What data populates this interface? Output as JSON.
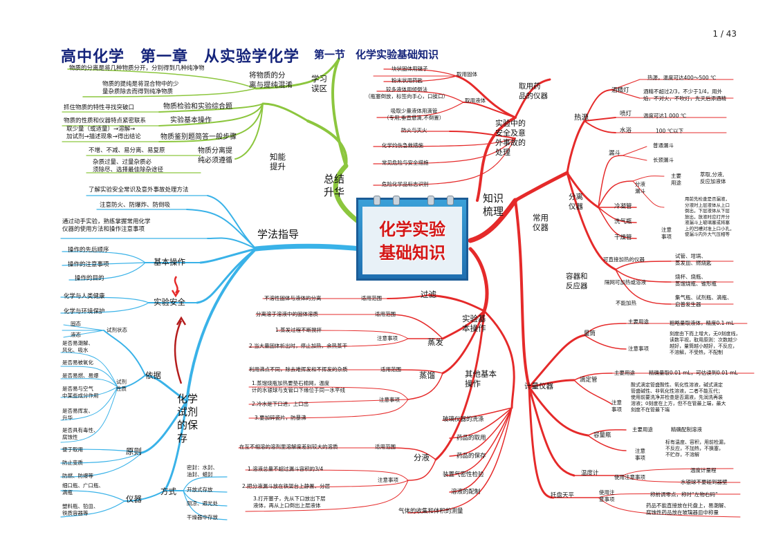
{
  "page_number": "1 / 43",
  "title": "高中化学　第一章　从实验学化学",
  "subtitle": "第一节　化学实验基础知识",
  "center": {
    "line1": "化学实验",
    "line2": "基础知识"
  },
  "colors": {
    "green": "#8cc63e",
    "blue": "#39b2e8",
    "red": "#e52a2a",
    "title": "#14237a"
  },
  "summary": {
    "label": "总结\n升华",
    "xuexi_wuqu": {
      "label": "学习\n误区",
      "separate": {
        "label": "将物质的分\n离与提纯混淆",
        "items": [
          "物质的分离是将几种物质分开，分别得到几种纯净物",
          "物质的提纯是将混合物中的少\n量杂质除去而得到纯净物质"
        ]
      }
    },
    "zhineng": {
      "label": "知能\n提升",
      "groups": [
        {
          "label": "物质检验和实验综合题",
          "items": [
            "抓住物质的特性寻找突破口"
          ]
        },
        {
          "label": "实验基本操作",
          "items": [
            "物质的性质和仪器特点紧密联系"
          ]
        },
        {
          "label": "物质鉴别题简答一般步骤",
          "items": [
            "取少量（或适量）→溶解→\n加试剂→描述现象→得出结论"
          ]
        },
        {
          "label": "物质分离提\n纯必须遵循",
          "items": [
            "不增、不减、易分离、易复原",
            "杂质过量、过量杂质必\n须除尽、选择最佳除杂途径"
          ]
        }
      ]
    }
  },
  "method": {
    "label": "学法指导",
    "items": [
      "了解实验安全常识及意外事故处理方法",
      "注意防火、防爆炸、防倒吸",
      "通过动手实验，熟练掌握常用化学\n仪器的使用方法和操作注意事项"
    ],
    "basic": {
      "label": "基本操作",
      "items": [
        "操作的先后顺序",
        "操作的注意事项",
        "操作的目的"
      ]
    },
    "safety": {
      "label": "实验安全",
      "items": [
        "化学与人类健康",
        "化学与环境保护"
      ]
    },
    "storage": {
      "label": "化学\n试剂\n的保\n存",
      "basis": {
        "label": "依据",
        "state_label": "试剂状态",
        "states": [
          "固态",
          "液态"
        ],
        "prop_label": "试剂\n性质",
        "props": [
          "是否易潮解、\n风化、吸水",
          "是否易被氧化",
          "是否易燃、易爆",
          "是否易与空气\n中某些成分作用",
          "是否易挥发、\n升华",
          "是否具有毒性、\n腐蚀性"
        ]
      },
      "principle": {
        "label": "原则",
        "items": [
          "便于取用",
          "防止变质",
          "防燃、防爆等"
        ]
      },
      "instrument": {
        "label": "仪器",
        "items": [
          "细口瓶、广口瓶、\n滴瓶",
          "塑料瓶、铅皿、\n铁质容器等"
        ]
      },
      "way": {
        "label": "方式",
        "items": [
          "密封：水封、\n油封、蜡封",
          "开放式存放",
          "阴凉、避光处",
          "干燥器中存放"
        ]
      }
    }
  },
  "knowledge": {
    "label": "知识\n梳理",
    "take": {
      "label": "取用药\n品的仪器",
      "solid": {
        "label": "取用固体",
        "items": [
          "块状固体用镊子",
          "粉末状用药匙"
        ]
      },
      "liquid": {
        "label": "取用液体",
        "items": [
          "较多液体用倾倒法\n（瓶塞倒放，标签向手心，口挨口）",
          "吸取少量液体用滴管\n（专用,垂直悬滴,不倒置）"
        ]
      }
    },
    "safety": {
      "label": "实验中的\n安全及意\n外事故的\n处理",
      "items": [
        "防火与灭火",
        "化学灼伤急救措施",
        "常见危险与安全措施",
        "危险化学品标志识别"
      ]
    },
    "common": {
      "label": "常用\n仪器",
      "heat": {
        "label": "热源",
        "lamp": {
          "label": "酒精灯",
          "items": [
            "热源，温度可达400～500 ℃",
            "酒精不超过2/3，不少于1/4，用外\n焰，不对火，不吹灯，先灭后添酒精"
          ]
        },
        "torch": {
          "label": "喷灯",
          "item": "温度可达1 000 ℃"
        },
        "bath": {
          "label": "水浴",
          "item": "100 ℃以下"
        }
      },
      "sep": {
        "label": "分离\n仪器",
        "funnel": {
          "label": "漏斗",
          "items": [
            "普通漏斗",
            "长颈漏斗"
          ]
        },
        "sfunnel": {
          "label": "分液\n漏斗",
          "use_label": "主要\n用途",
          "use": "萃取,分液,\n反应加液体",
          "note_label": "注意\n事项",
          "note": "用前先检查是否漏液，\n分液时上层液体从上口\n倒出，下层液体从下层\n放出，放液时应打开分\n液漏斗上玻璃塞或将塞\n上的凹槽对准上口小孔，\n使漏斗内外大气压相等"
        },
        "others": [
          "冷凝管",
          "洗气瓶",
          "干燥管"
        ]
      },
      "vessel": {
        "label": "容器和\n反应器",
        "rows": [
          {
            "label": "可直接加热的仪器",
            "item": "试管、坩埚、\n蒸发皿、燃烧匙"
          },
          {
            "label": "隔网可加热或浴液",
            "item": "烧杯、烧瓶、\n蒸馏烧瓶、锥形瓶"
          },
          {
            "label": "不能加热",
            "item": "集气瓶、试剂瓶、滴瓶、\n启普发生器"
          }
        ]
      },
      "measure": {
        "label": "计量仪器",
        "cylinder": {
          "label": "量筒",
          "use_label": "主要用途",
          "use": "粗略量取液体，精度0.1 mL",
          "note_label": "注意事项",
          "note": "刻度由下而上增大，无0刻度线，\n读数平视，取用原则：次数越少\n越好，量筒越小越好，不反应，\n不溶解，不受热，不配制"
        },
        "burette": {
          "label": "滴定管",
          "use_label": "主要用途",
          "use": "精确量取0.01 mL，可估读到0.01 mL",
          "note_label": "注意\n事项",
          "note": "酸式滴定管盛酸性、氧化性溶液，碱式滴定\n管盛碱性、非氧化性溶液，二者不能互代；\n使用前要洗净并检查是否漏液，先润洗再装\n溶液；0刻度在上方，但不在管最上端，最大\n刻度不在管最下端"
        },
        "flask": {
          "label": "容量瓶",
          "use_label": "主要用途",
          "use": "精确配制溶液",
          "note_label": "注意\n事项",
          "note": "标有温度、容积，用前检漏，\n不反应，不加热，不换塞，\n不贮存，不溶解"
        },
        "thermo": {
          "label": "温度计",
          "note_label": "使用注意事项",
          "items": [
            "温度计量程",
            "水银球不要碰到器壁"
          ]
        },
        "balance": {
          "label": "托盘天平",
          "note_label": "使用注\n意事项",
          "items": [
            "称前调零点，称时“左物右码”",
            "药品不能直接放在托盘上，易潮解、\n腐蚀性药品放在玻璃器皿中称量"
          ]
        }
      }
    },
    "basic_op": {
      "label": "实验基\n本操作",
      "filter": {
        "label": "过滤",
        "scope_label": "适用范围",
        "scope": "不溶性固体与液体的分离"
      },
      "evap": {
        "label": "蒸发",
        "scope_label": "适用范围",
        "scope": "分离溶于溶液中的固体溶质",
        "note_label": "注意事项",
        "notes": [
          "1.蒸发过程不断搅拌",
          "2.当大量固体析出时，停止加热，余热蒸干"
        ]
      },
      "distill": {
        "label": "蒸馏",
        "scope_label": "适用范围",
        "scope": "利用沸点不同，除去难挥发和不挥发的杂质",
        "note_label": "注意事项",
        "notes": [
          "1.蒸馏烧瓶加热要垫石棉网，温度\n计的水银球与支管口下缘位于同一水平线",
          "2.冷水是下口进，上口出",
          "3.要加碎瓷片，防暴沸"
        ]
      },
      "sep": {
        "label": "分液",
        "scope_label": "适用范围",
        "scope": "在互不相溶的溶剂里溶解度差别较大的溶质",
        "note_label": "注意事项",
        "notes": [
          "1.溶液总量不超过漏斗容积的3/4",
          "2.把分液漏斗放在铁架台上静置、分层",
          "3.打开塞子，先从下口放出下层\n液体，再从上口倒出上层液体"
        ]
      }
    },
    "other_op": {
      "label": "其他基本\n操作",
      "items": [
        "玻璃仪器的洗涤",
        "药品的取用",
        "药品的保存",
        "装置气密性检验",
        "溶液的配制",
        "气体的收集和体积的测量"
      ]
    }
  }
}
